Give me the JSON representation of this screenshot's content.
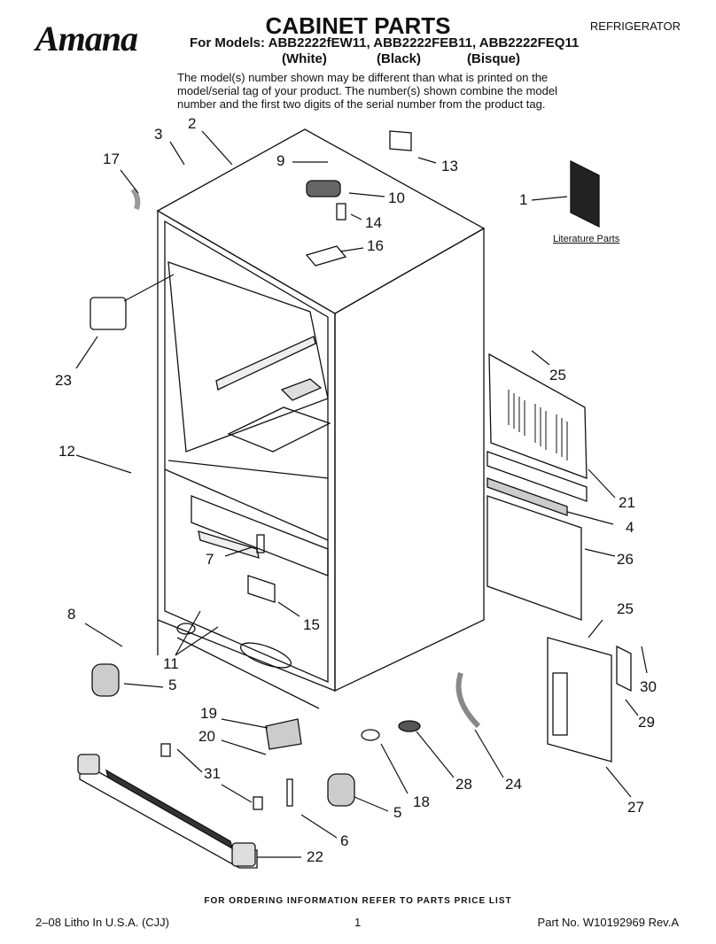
{
  "header": {
    "brand": "Amana",
    "title": "CABINET PARTS",
    "doc_type": "REFRIGERATOR",
    "models": "For Models: ABB2222fEW11, ABB2222FEB11, ABB2222FEQ11",
    "colors": [
      "(White)",
      "(Black)",
      "(Bisque)"
    ],
    "note": "The model(s) number shown may be different than what is printed on the model/serial tag of your product. The number(s) shown combine the model number and the first two digits of the serial number from the product tag."
  },
  "diagram": {
    "literature_label": "Literature Parts",
    "callouts": [
      "1",
      "2",
      "3",
      "4",
      "5",
      "5",
      "6",
      "7",
      "8",
      "9",
      "10",
      "11",
      "12",
      "13",
      "14",
      "15",
      "16",
      "17",
      "18",
      "19",
      "20",
      "21",
      "22",
      "23",
      "24",
      "25",
      "25",
      "26",
      "27",
      "28",
      "29",
      "30",
      "31"
    ]
  },
  "footer": {
    "ordering": "FOR ORDERING INFORMATION REFER TO PARTS PRICE LIST",
    "litho": "2–08 Litho In U.S.A. (CJJ)",
    "page": "1",
    "part_no": "Part No. W10192969 Rev.A"
  }
}
